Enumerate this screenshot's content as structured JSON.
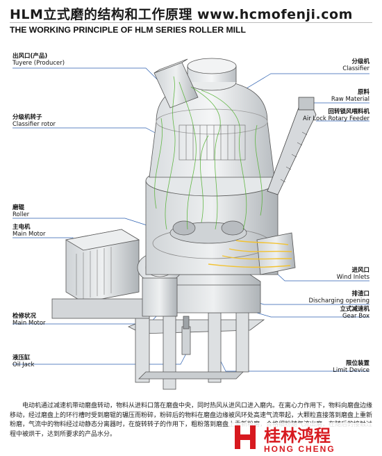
{
  "header": {
    "title_cn": "HLM立式磨的结构和工作原理 www.hcmofenji.com",
    "title_en": "THE WORKING PRINCIPLE OF HLM SERIES ROLLER MILL"
  },
  "labels": {
    "tuyere": {
      "cn": "出风口(产品)",
      "en": "Tuyere (Producer)"
    },
    "classifier": {
      "cn": "分级机",
      "en": "Classifier"
    },
    "raw_material": {
      "cn": "原料",
      "en": "Raw Material"
    },
    "feeder": {
      "cn": "回转锁风喂料机",
      "en": "Air Lock Rotary Feeder"
    },
    "classifier_rotor": {
      "cn": "分级机转子",
      "en": "Classifier rotor"
    },
    "roller": {
      "cn": "磨辊",
      "en": "Roller"
    },
    "main_motor": {
      "cn": "主电机",
      "en": "Main Motor"
    },
    "wind_inlets": {
      "cn": "进风口",
      "en": "Wind Inlets"
    },
    "discharging": {
      "cn": "排渣口",
      "en": "Discharging opening"
    },
    "gear_box": {
      "cn": "立式减速机",
      "en": "Gear Box"
    },
    "check_status": {
      "cn": "检修状况",
      "en": "Main Motor"
    },
    "oil_jack": {
      "cn": "液压缸",
      "en": "Oil Jack"
    },
    "limit_device": {
      "cn": "限位装置",
      "en": "Limit Device"
    }
  },
  "description": "电动机通过减速机带动磨盘转动，物料从进料口落在磨盘中央，同时热风从进风口进入磨内。在离心力作用下，物料向磨盘边缘移动，经过磨盘上的环行槽时受到磨辊的辗压而粉碎，粉碎后的物料在磨盘边缘被风环处高速气流带起，大颗粒直接落到磨盘上重新粉磨，气流中的物料经过动静态分离器时，在旋转转子的作用下，粗粉落到磨盘上重新粉磨，合格细粉随气流出磨，在随后的接触过程中被烘干，达到所要求的产品水分。",
  "logo": {
    "brand_cn": "桂林鸿程",
    "brand_en": "HONG CHENG",
    "color": "#d7191f"
  },
  "colors": {
    "accent": "#2b5fb0",
    "flow_green": "#4caf2a",
    "flow_yellow": "#f2c230"
  }
}
